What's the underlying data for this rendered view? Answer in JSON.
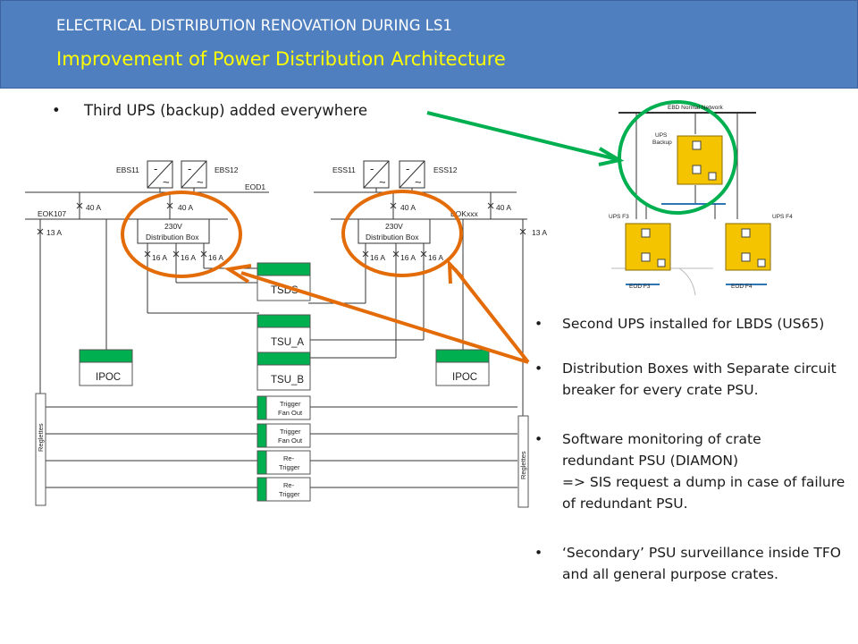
{
  "header": {
    "title": "ELECTRICAL DISTRIBUTION RENOVATION DURING LS1",
    "subtitle": "Improvement of Power Distribution Architecture"
  },
  "main_bullet": "Third UPS (backup) added everywhere",
  "bullet_glyph": "•",
  "right_bullets": [
    "Second UPS installed for LBDS (US65)",
    "Distribution Boxes with Separate circuit breaker for every crate PSU.",
    "Software monitoring of crate redundant PSU (DIAMON)",
    "=> SIS request a dump in case of failure of redundant PSU.",
    "‘Secondary’ PSU surveillance inside TFO and all general purpose crates."
  ],
  "diagram": {
    "ebs11": "EBS11",
    "ebs12": "EBS12",
    "ess11": "ESS11",
    "ess12": "ESS12",
    "eod1": "EOD1",
    "eok107": "EOK107",
    "eokxxx": "EOKxxx",
    "amp40": "40 A",
    "amp13": "13 A",
    "amp16": "16 A",
    "box_line1": "230V",
    "box_line2": "Distribution Box",
    "converter_top": "-",
    "converter_bottom": "~",
    "tsds": "TSDS",
    "tsu_a": "TSU_A",
    "tsu_b": "TSU_B",
    "ipoc": "IPOC",
    "reglettes": "Reglettes",
    "trigger": "Trigger",
    "fan_out": "Fan Out",
    "re": "Re-",
    "re_trigger": "Trigger"
  },
  "inset": {
    "network": "EBD Normal Network",
    "ups": "UPS",
    "backup": "Backup",
    "ups_f3": "UPS F3",
    "ups_f4": "UPS F4",
    "eod_f3": "EOD F3",
    "eod_f4": "EOD F4"
  },
  "colors": {
    "header_bg": "#4f7fbf",
    "header_title": "#ffffff",
    "header_subtitle": "#ffff00",
    "orange": "#e36c09",
    "green": "#00b050",
    "ups_fill": "#f5c400"
  }
}
